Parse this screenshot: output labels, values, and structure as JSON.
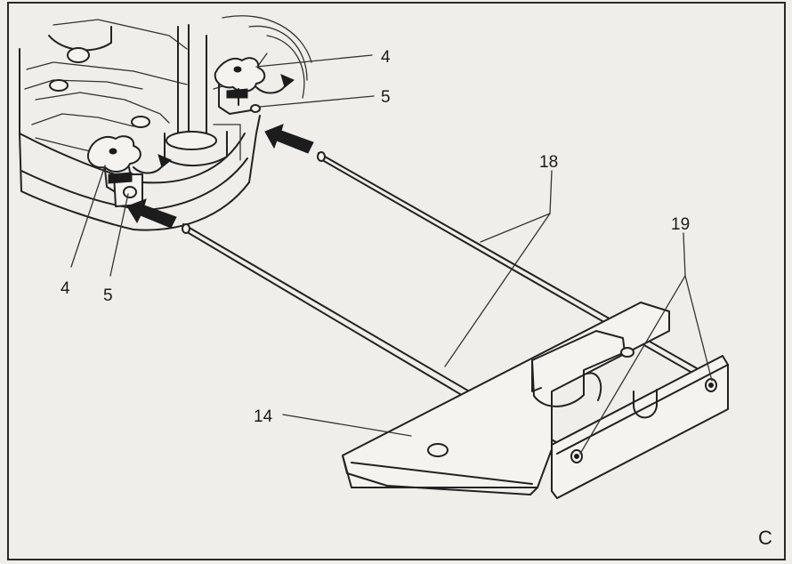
{
  "figure": {
    "panel_letter": "C",
    "callouts": [
      {
        "id": "knob-top",
        "text": "4"
      },
      {
        "id": "pin-top",
        "text": "5"
      },
      {
        "id": "guide-rods",
        "text": "18"
      },
      {
        "id": "screws",
        "text": "19"
      },
      {
        "id": "knob-left",
        "text": "4"
      },
      {
        "id": "pin-left",
        "text": "5"
      },
      {
        "id": "parallel-guide",
        "text": "14"
      }
    ]
  },
  "colors": {
    "background": "#efeeea",
    "ink": "#222222",
    "frame": "#2a2a2a"
  }
}
